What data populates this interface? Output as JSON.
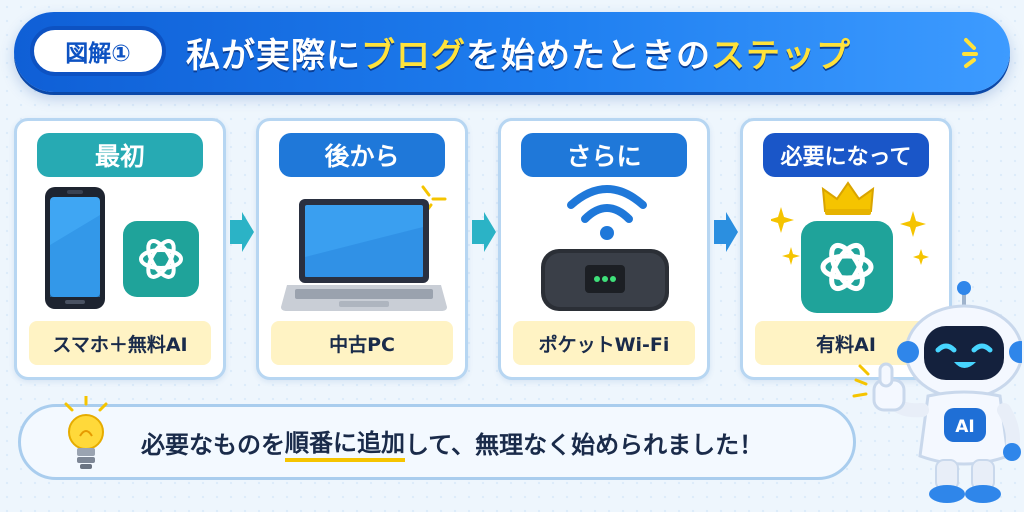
{
  "header": {
    "badge": "図解①",
    "title_part1": "私が実際に",
    "title_highlight1": "ブログ",
    "title_part2": "を始めたときの",
    "title_highlight2": "ステップ"
  },
  "steps": [
    {
      "label": "最初",
      "caption": "スマホ＋無料AI",
      "label_color": "#27aab3"
    },
    {
      "label": "後から",
      "caption": "中古PC",
      "label_color": "#1f78d9"
    },
    {
      "label": "さらに",
      "caption": "ポケットWi-Fi",
      "label_color": "#1f78d9"
    },
    {
      "label": "必要になって",
      "caption": "有料AI",
      "label_color": "#1a56c8"
    }
  ],
  "note": {
    "text_before": "必要なものを",
    "text_underlined": "順番に追加",
    "text_after": "して、無理なく始められました！"
  },
  "robot": {
    "chest_label": "AI"
  },
  "colors": {
    "header_blue": "#1f7ff0",
    "highlight_yellow": "#ffe23a",
    "teal": "#27aab3",
    "arrow": "#2bb3c6"
  },
  "icons": [
    "smartphone-icon",
    "chatgpt-logo-icon",
    "laptop-icon",
    "wifi-icon",
    "pocket-wifi-router-icon",
    "crown-icon",
    "lightbulb-icon",
    "robot-mascot"
  ]
}
